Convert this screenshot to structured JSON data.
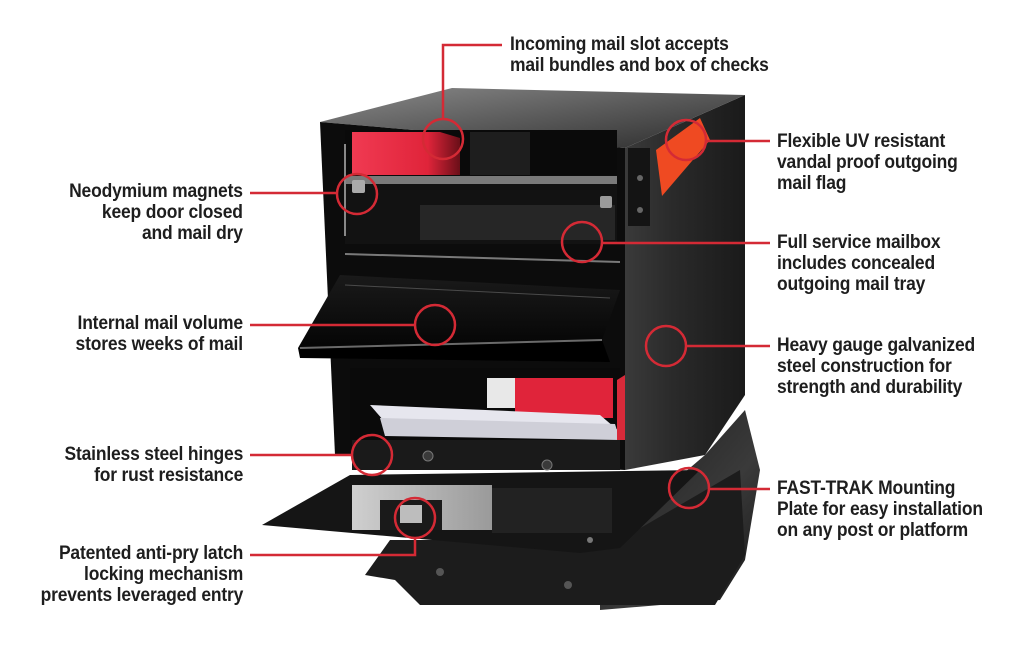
{
  "title": "Mailbox feature callout diagram",
  "accent_color": "#d42a35",
  "product": {
    "body_color": "#111111",
    "side_color": "#2a2a2a",
    "flag_color": "#ef4a22",
    "interior_red": "#e8283c"
  },
  "callouts": {
    "top": {
      "id": "incoming-slot",
      "lines": [
        "Incoming mail slot accepts",
        "mail bundles and box of checks"
      ]
    },
    "left": [
      {
        "id": "magnets",
        "lines": [
          "Neodymium magnets",
          "keep door closed",
          "and mail dry"
        ]
      },
      {
        "id": "volume",
        "lines": [
          "Internal mail volume",
          "stores weeks of mail"
        ]
      },
      {
        "id": "hinges",
        "lines": [
          "Stainless steel hinges",
          "for rust resistance"
        ]
      },
      {
        "id": "latch",
        "lines": [
          "Patented anti-pry latch",
          "locking mechanism",
          "prevents leveraged entry"
        ]
      }
    ],
    "right": [
      {
        "id": "flag",
        "lines": [
          "Flexible UV resistant",
          "vandal proof outgoing",
          "mail flag"
        ]
      },
      {
        "id": "tray",
        "lines": [
          "Full service mailbox",
          "includes concealed",
          "outgoing mail tray"
        ]
      },
      {
        "id": "steel",
        "lines": [
          "Heavy gauge galvanized",
          "steel construction for",
          "strength and durability"
        ]
      },
      {
        "id": "mounting",
        "lines": [
          "FAST-TRAK Mounting",
          "Plate for easy installation",
          "on any post or platform"
        ]
      }
    ]
  }
}
